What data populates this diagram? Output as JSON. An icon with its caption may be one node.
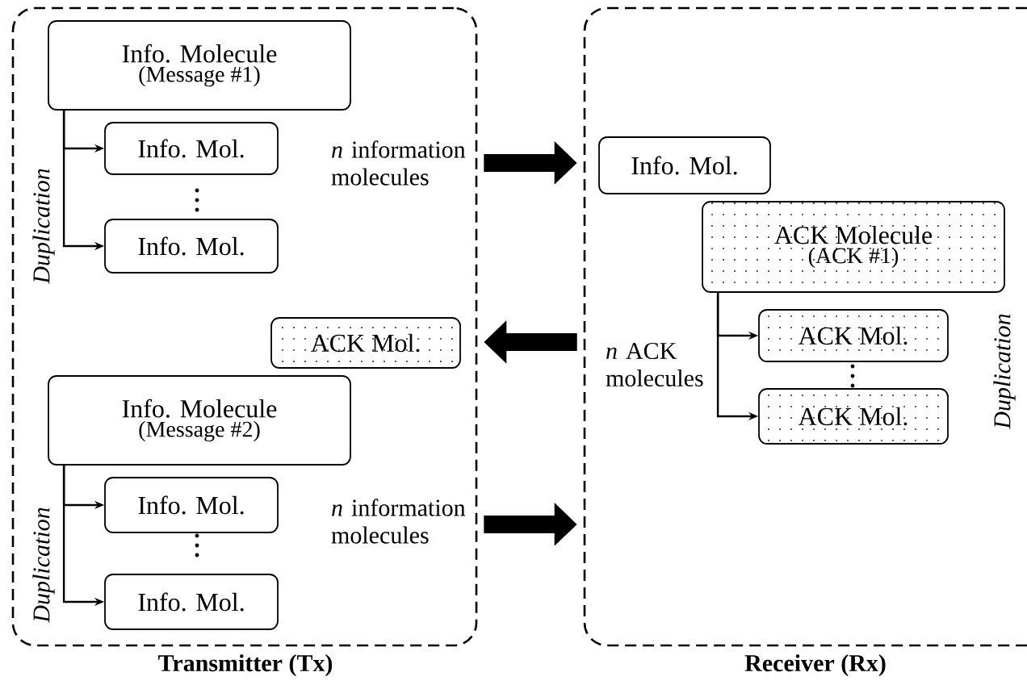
{
  "diagram": {
    "nodes": [
      {
        "text": [
          "Transmitter (Tx)"
        ]
      },
      {
        "text": [
          "Info. Molecule",
          "(Message #1)"
        ],
        "in": 0
      },
      {
        "text": [
          "Info. Mol."
        ],
        "in": 0
      },
      {
        "text": [
          "Info. Mol."
        ],
        "in": 0
      },
      {
        "text": [
          "ACK Mol."
        ],
        "in": 0
      },
      {
        "text": [
          "Info. Molecule",
          "(Message #2)"
        ],
        "in": 0
      },
      {
        "text": [
          "Info. Mol."
        ],
        "in": 0
      },
      {
        "text": [
          "Info. Mol."
        ],
        "in": 0
      },
      {
        "text": [
          "Receiver (Rx)"
        ]
      },
      {
        "text": [
          "Info. Mol."
        ],
        "in": 8
      },
      {
        "text": [
          "ACK Molecule",
          "(ACK #1)"
        ],
        "in": 8
      },
      {
        "text": [
          "ACK Mol."
        ],
        "in": 8
      },
      {
        "text": [
          "ACK Mol."
        ],
        "in": 8
      }
    ],
    "edges": [
      {
        "from": 1,
        "to": 2,
        "arrow": "to"
      },
      {
        "from": 1,
        "to": 3,
        "arrow": "to"
      },
      {
        "from": 5,
        "to": 6,
        "arrow": "to"
      },
      {
        "from": 5,
        "to": 7,
        "arrow": "to"
      },
      {
        "from": 10,
        "to": 11,
        "arrow": "to"
      },
      {
        "from": 10,
        "to": 12,
        "arrow": "to"
      },
      {
        "from": 0,
        "to": 8,
        "arrow": "to",
        "style": "thick"
      },
      {
        "from": 8,
        "to": 0,
        "arrow": "to",
        "style": "thick"
      },
      {
        "from": 0,
        "to": 8,
        "arrow": "to",
        "style": "thick"
      }
    ],
    "labels": [
      "Duplication",
      "*n* information molecules",
      "*n* ACK molecules",
      "Duplication",
      "*n* information molecules",
      "Duplication"
    ]
  }
}
